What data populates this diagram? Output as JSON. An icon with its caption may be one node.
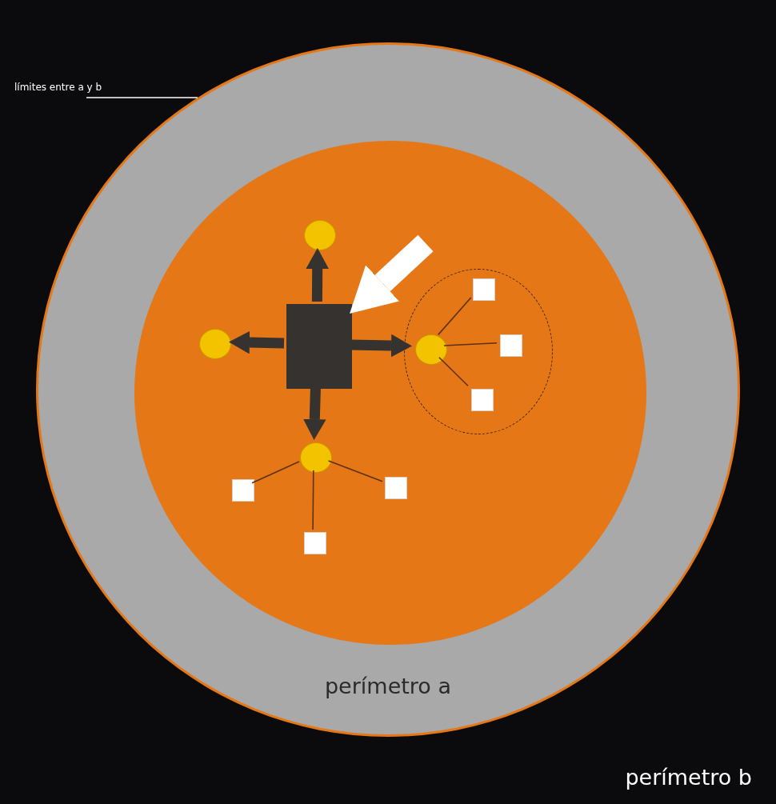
{
  "diagram": {
    "nodes": [
      {
        "text": [
          "perímetro b"
        ]
      },
      {
        "text": [
          "límites entre a y b"
        ],
        "in": 0
      },
      {
        "text": [
          "perímetro a"
        ],
        "in": 0
      },
      {
        "text": [],
        "shape": "circle",
        "in": 2
      },
      {
        "text": [],
        "shape": "circle",
        "in": 3
      },
      {
        "text": [],
        "shape": "box",
        "in": 3
      },
      {
        "text": [],
        "shape": "circle",
        "in": 3
      },
      {
        "text": [],
        "shape": "circle",
        "in": 3
      },
      {
        "text": [],
        "shape": "box",
        "in": 7
      },
      {
        "text": [],
        "shape": "circle",
        "in": 7
      },
      {
        "text": [],
        "shape": "box",
        "in": 7
      },
      {
        "text": [],
        "shape": "box",
        "in": 7
      },
      {
        "text": [],
        "shape": "circle",
        "in": 3
      },
      {
        "text": [],
        "shape": "box",
        "in": 3
      },
      {
        "text": [],
        "shape": "box",
        "in": 3
      },
      {
        "text": [],
        "shape": "box",
        "in": 3
      }
    ],
    "edges": [
      {
        "from": 1,
        "to": 2,
        "arrow": "none",
        "color": "#ffffff"
      },
      {
        "from": null,
        "to": 5,
        "arrow": "to",
        "style": "thick",
        "color": "#ffffff"
      },
      {
        "from": 5,
        "to": 4,
        "arrow": "to",
        "style": "thick",
        "color": "#363230"
      },
      {
        "from": 5,
        "to": 6,
        "arrow": "to",
        "style": "thick",
        "color": "#363230"
      },
      {
        "from": 5,
        "to": 9,
        "arrow": "to",
        "style": "thick",
        "color": "#363230"
      },
      {
        "from": 5,
        "to": 12,
        "arrow": "to",
        "style": "thick",
        "color": "#363230"
      },
      {
        "from": 9,
        "to": 8,
        "arrow": "none"
      },
      {
        "from": 9,
        "to": 10,
        "arrow": "none"
      },
      {
        "from": 9,
        "to": 11,
        "arrow": "none"
      },
      {
        "from": 12,
        "to": 13,
        "arrow": "none"
      },
      {
        "from": 12,
        "to": 14,
        "arrow": "none"
      },
      {
        "from": 12,
        "to": 15,
        "arrow": "none"
      }
    ]
  }
}
